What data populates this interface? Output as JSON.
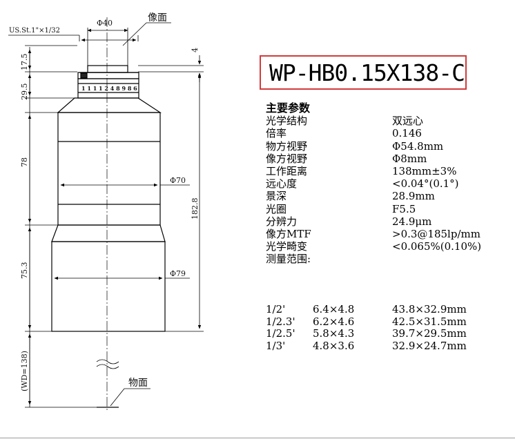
{
  "drawing": {
    "top_dimension": "Φ40",
    "image_plane_label": "像面",
    "thread_spec": "US.St.1\"×1/32",
    "dim_4": "4",
    "dim_17_5": "17.5",
    "dim_29_5": "29.5",
    "dim_78": "78",
    "dim_75_3": "75.3",
    "dim_182_8": "182.8",
    "dim_wd": "(WD=138)",
    "diameter_70": "Φ70",
    "diameter_79": "Φ79",
    "object_plane_label": "物面",
    "ring_marks": "1 1 1 1 2 4 8 9 8 6"
  },
  "model": "WP-HB0.15X138-C",
  "specs": {
    "title": "主要参数",
    "rows": [
      {
        "label": "光学结构",
        "value": "双远心"
      },
      {
        "label": "倍率",
        "value": "0.146"
      },
      {
        "label": "物方视野",
        "value": "Φ54.8mm"
      },
      {
        "label": "像方视野",
        "value": "Φ8mm"
      },
      {
        "label": "工作距离",
        "value": "138mm±3%"
      },
      {
        "label": "远心度",
        "value": "<0.04°(0.1°)"
      },
      {
        "label": "景深",
        "value": "28.9mm"
      },
      {
        "label": "光圈",
        "value": "F5.5"
      },
      {
        "label": "分辨力",
        "value": "24.9μm"
      },
      {
        "label": "像方MTF",
        "value": ">0.3@185lp/mm"
      },
      {
        "label": "光学畸变",
        "value": "<0.065%(0.10%)"
      }
    ],
    "measure_title": "测量范围:"
  },
  "measurement_rows": [
    {
      "format": "1/2'",
      "image": "6.4×4.8",
      "object": "43.8×32.9mm"
    },
    {
      "format": "1/2.3'",
      "image": "6.2×4.6",
      "object": "42.5×31.5mm"
    },
    {
      "format": "1/2.5'",
      "image": "5.8×4.3",
      "object": "39.7×29.5mm"
    },
    {
      "format": "1/3'",
      "image": "4.8×3.6",
      "object": "32.9×24.7mm"
    }
  ]
}
